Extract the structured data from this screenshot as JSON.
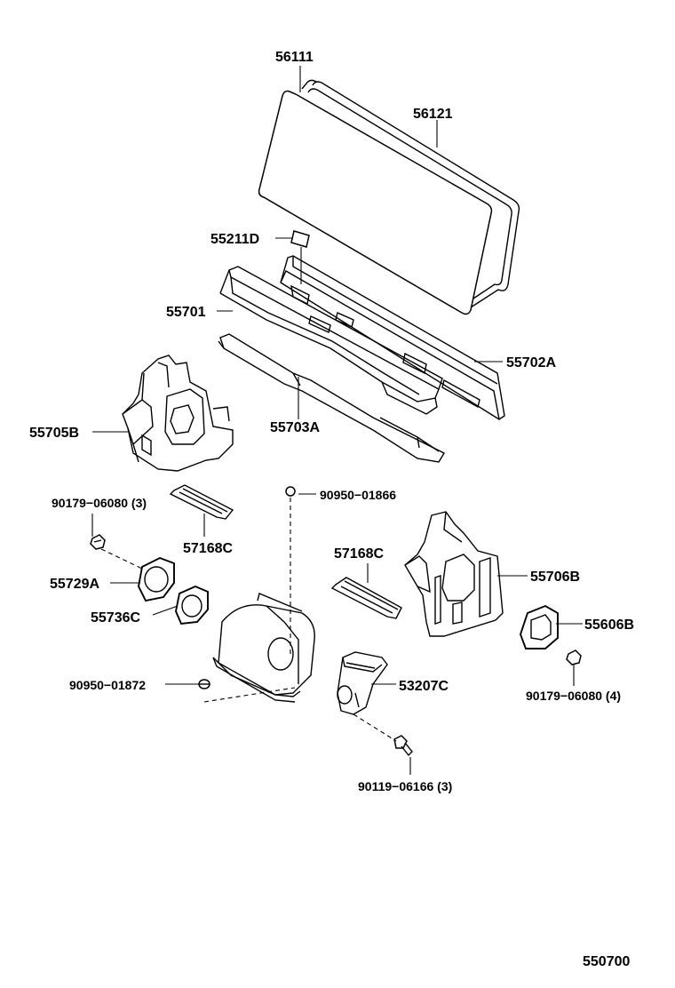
{
  "diagram": {
    "page_code": "550700",
    "parts": [
      {
        "id": "56111",
        "label": "56111"
      },
      {
        "id": "56121",
        "label": "56121"
      },
      {
        "id": "55211D",
        "label": "55211D"
      },
      {
        "id": "55701",
        "label": "55701"
      },
      {
        "id": "55702A",
        "label": "55702A"
      },
      {
        "id": "55703A",
        "label": "55703A"
      },
      {
        "id": "55705B",
        "label": "55705B"
      },
      {
        "id": "90179-06080-3",
        "label": "90179−06080 (3)"
      },
      {
        "id": "57168C-left",
        "label": "57168C"
      },
      {
        "id": "90950-01866",
        "label": "90950−01866"
      },
      {
        "id": "55729A",
        "label": "55729A"
      },
      {
        "id": "55736C",
        "label": "55736C"
      },
      {
        "id": "57168C-right",
        "label": "57168C"
      },
      {
        "id": "55706B",
        "label": "55706B"
      },
      {
        "id": "55606B",
        "label": "55606B"
      },
      {
        "id": "90950-01872",
        "label": "90950−01872"
      },
      {
        "id": "53207C",
        "label": "53207C"
      },
      {
        "id": "90179-06080-4",
        "label": "90179−06080 (4)"
      },
      {
        "id": "90119-06166-3",
        "label": "90119−06166 (3)"
      }
    ]
  }
}
